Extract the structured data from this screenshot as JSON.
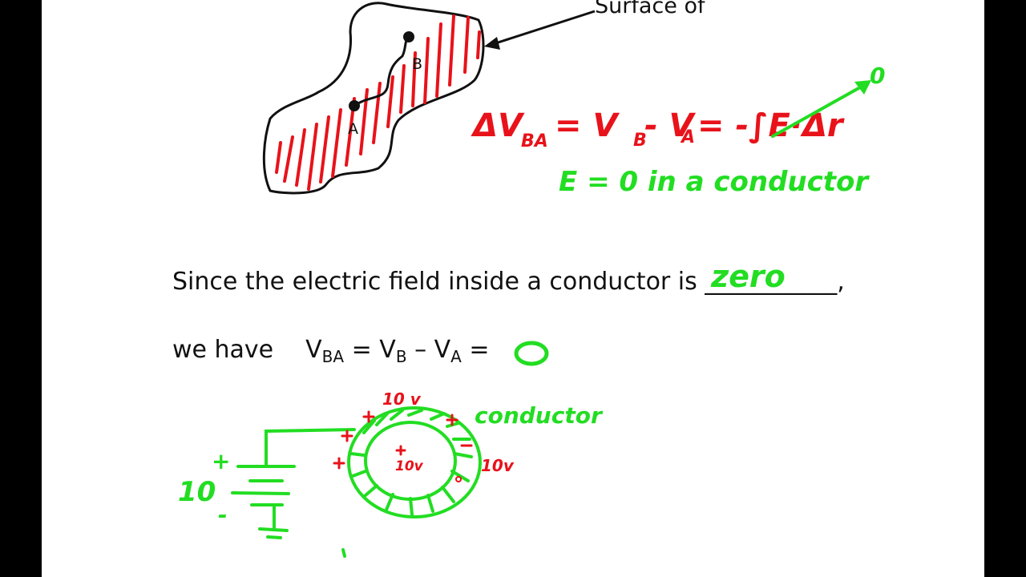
{
  "typed": {
    "surface_label": "Surface of",
    "point_a": "A",
    "point_b": "B",
    "since_text": "Since the electric field inside a conductor is ___________,",
    "we_have": "we have",
    "v": "V",
    "sub_ba": "BA",
    "sub_b": "B",
    "sub_a": "A",
    "equals": " = ",
    "minus": " – "
  },
  "handwriting": {
    "delta_v_equation": "ΔV",
    "delta_sub": "BA",
    "eq_rest_1": " = V",
    "eq_sub_b": "B",
    "eq_rest_2": " - V",
    "eq_sub_a": "A",
    "eq_rest_3": " = -∫E·Δr",
    "arrow_target": "0",
    "e_zero": "E = 0  in a conductor",
    "zero_word": "zero",
    "result_zero": "0",
    "ten_v_top": "10 v",
    "ten_v_inner": "10v",
    "ten_v_right": "10v",
    "conductor_word": "conductor",
    "battery_ten": "10",
    "battery_plus": "+",
    "battery_minus": "-"
  },
  "colors": {
    "ink_black": "#111111",
    "ink_red": "#e8121a",
    "ink_green": "#22dd22",
    "background": "#ffffff",
    "border": "#000000"
  }
}
